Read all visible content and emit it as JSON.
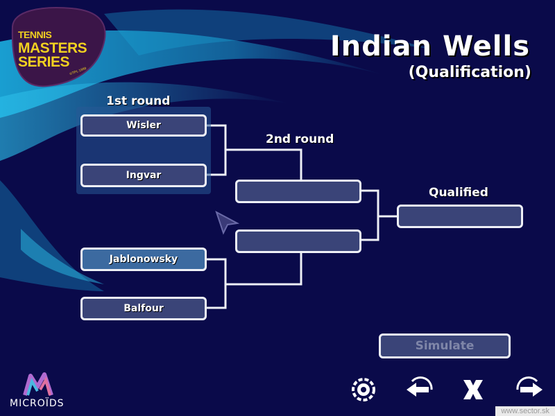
{
  "logo": {
    "line1": "TENNIS",
    "line2": "MASTERS",
    "line3": "SERIES",
    "small": "©TPL 1999"
  },
  "header": {
    "title": "Indian Wells",
    "subtitle": "(Qualification)"
  },
  "rounds": {
    "round1": "1st round",
    "round2": "2nd round",
    "qualified": "Qualified"
  },
  "bracket": {
    "round1_players": [
      "Wisler",
      "Ingvar",
      "Jablonowsky",
      "Balfour"
    ],
    "round2_players": [
      "",
      ""
    ],
    "qualified_player": ""
  },
  "buttons": {
    "simulate": "Simulate"
  },
  "nav": {
    "icons": [
      "settings-gear-icon",
      "back-arrow-icon",
      "close-x-icon",
      "forward-arrow-icon"
    ]
  },
  "publisher": {
    "name": "MICROÏDS"
  },
  "watermark": "www.sector.sk",
  "colors": {
    "background": "#0a0a4a",
    "slot_fill": "#3a4478",
    "slot_active": "#3c6aa0",
    "logo_text": "#f0d020",
    "swoosh": "#1aa6d8"
  }
}
